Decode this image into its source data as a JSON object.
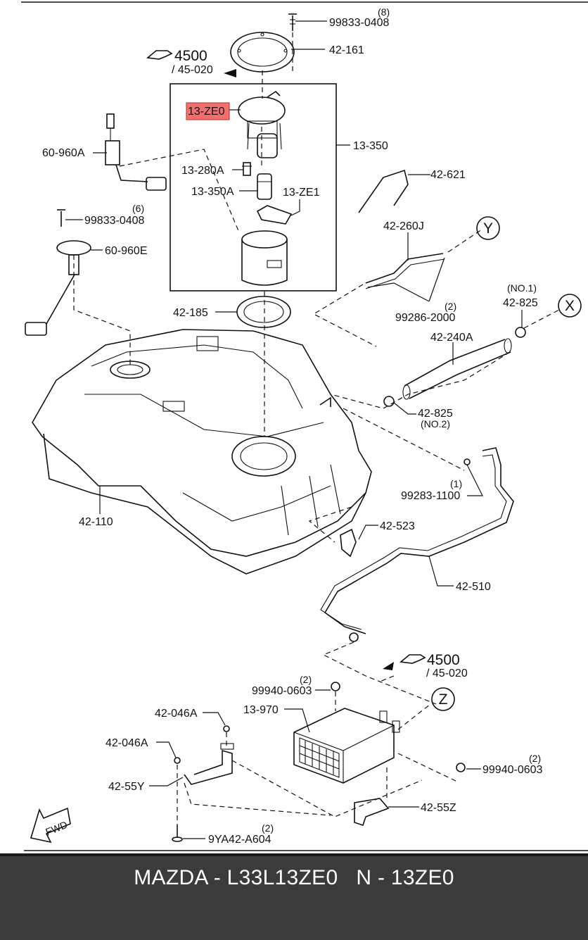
{
  "callouts": {
    "l_99833_0408_top": "99833-0408",
    "l_8": "(8)",
    "l_42_161": "42-161",
    "l_4500_top": "4500",
    "l_45_020_top": "/ 45-020",
    "l_13_ze0": "13-ZE0",
    "l_13_350": "13-350",
    "l_60_960a": "60-960A",
    "l_13_280a": "13-280A",
    "l_13_350a": "13-350A",
    "l_13_ze1": "13-ZE1",
    "l_42_621": "42-621",
    "l_6": "(6)",
    "l_99833_0408_mid": "99833-0408",
    "l_60_960e": "60-960E",
    "l_42_260j": "42-260J",
    "l_Y": "Y",
    "l_2_a": "(2)",
    "l_99286_2000": "99286-2000",
    "l_no1": "(NO.1)",
    "l_42_825_a": "42-825",
    "l_X": "X",
    "l_42_185": "42-185",
    "l_42_240a": "42-240A",
    "l_42_825_b": "42-825",
    "l_no2": "(NO.2)",
    "l_1": "(1)",
    "l_99283_1100": "99283-1100",
    "l_42_110": "42-110",
    "l_42_523": "42-523",
    "l_42_510": "42-510",
    "l_4500_bot": "4500",
    "l_45_020_bot": "/ 45-020",
    "l_2_b": "(2)",
    "l_99940_0603_a": "99940-0603",
    "l_13_970": "13-970",
    "l_Z": "Z",
    "l_42_046a_a": "42-046A",
    "l_42_046a_b": "42-046A",
    "l_42_55y": "42-55Y",
    "l_2_c": "(2)",
    "l_99940_0603_b": "99940-0603",
    "l_42_55z": "42-55Z",
    "l_2_d": "(2)",
    "l_9ya42_a604": "9YA42-A604",
    "l_fwd": "FWD"
  },
  "highlight_color": "#f07070",
  "caption": {
    "text": "MAZDA - L33L13ZE0   N - 13ZE0"
  }
}
